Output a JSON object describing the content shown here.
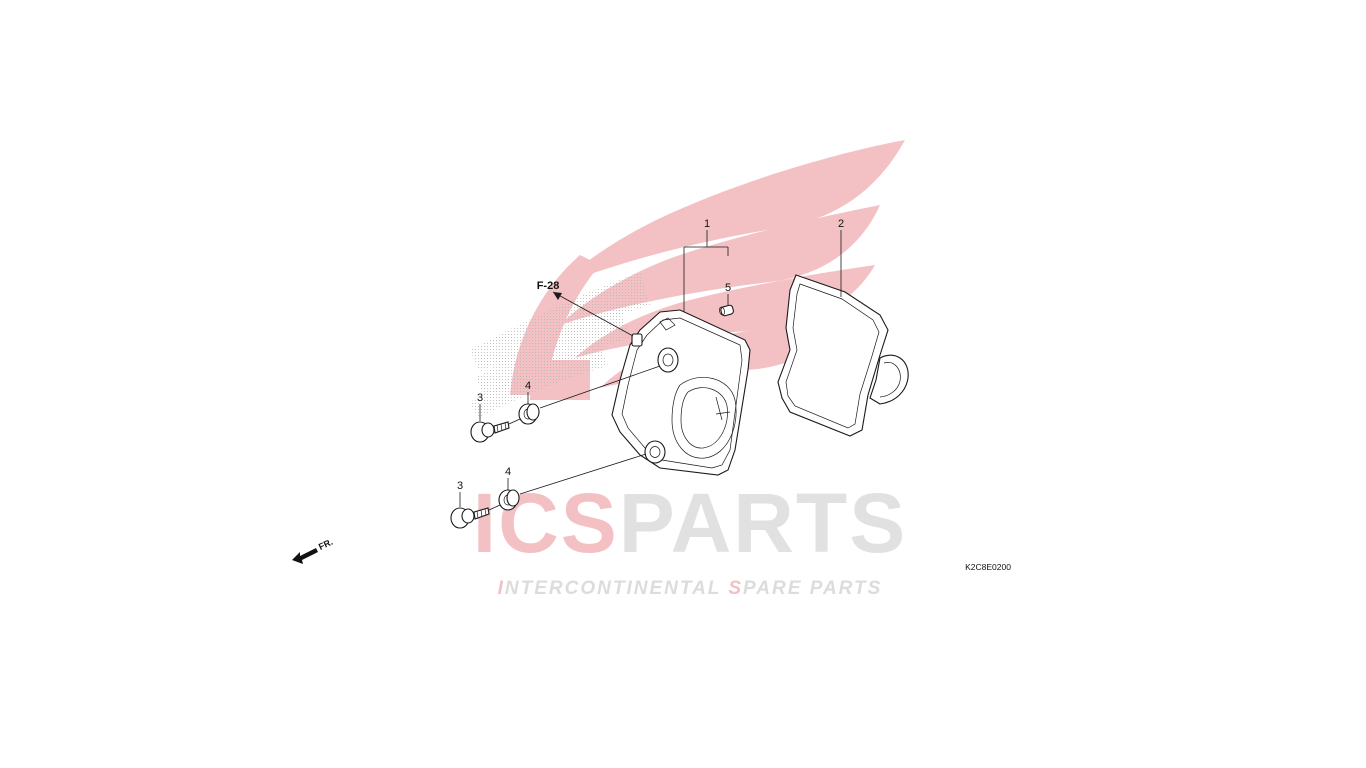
{
  "diagram": {
    "reference_code": "K2C8E0200",
    "cross_reference": "F-28",
    "direction_label": "FR.",
    "callouts": [
      "1",
      "2",
      "3",
      "4",
      "5",
      "3",
      "4"
    ]
  },
  "watermark": {
    "brand_prefix": "ICS",
    "brand_suffix": "PARTS",
    "tagline_parts": [
      "I",
      "NTERC",
      "ONTINENTAL ",
      "S",
      "PARE PARTS"
    ],
    "color_red": "#e8454d",
    "color_gray": "#d9d9d9"
  }
}
